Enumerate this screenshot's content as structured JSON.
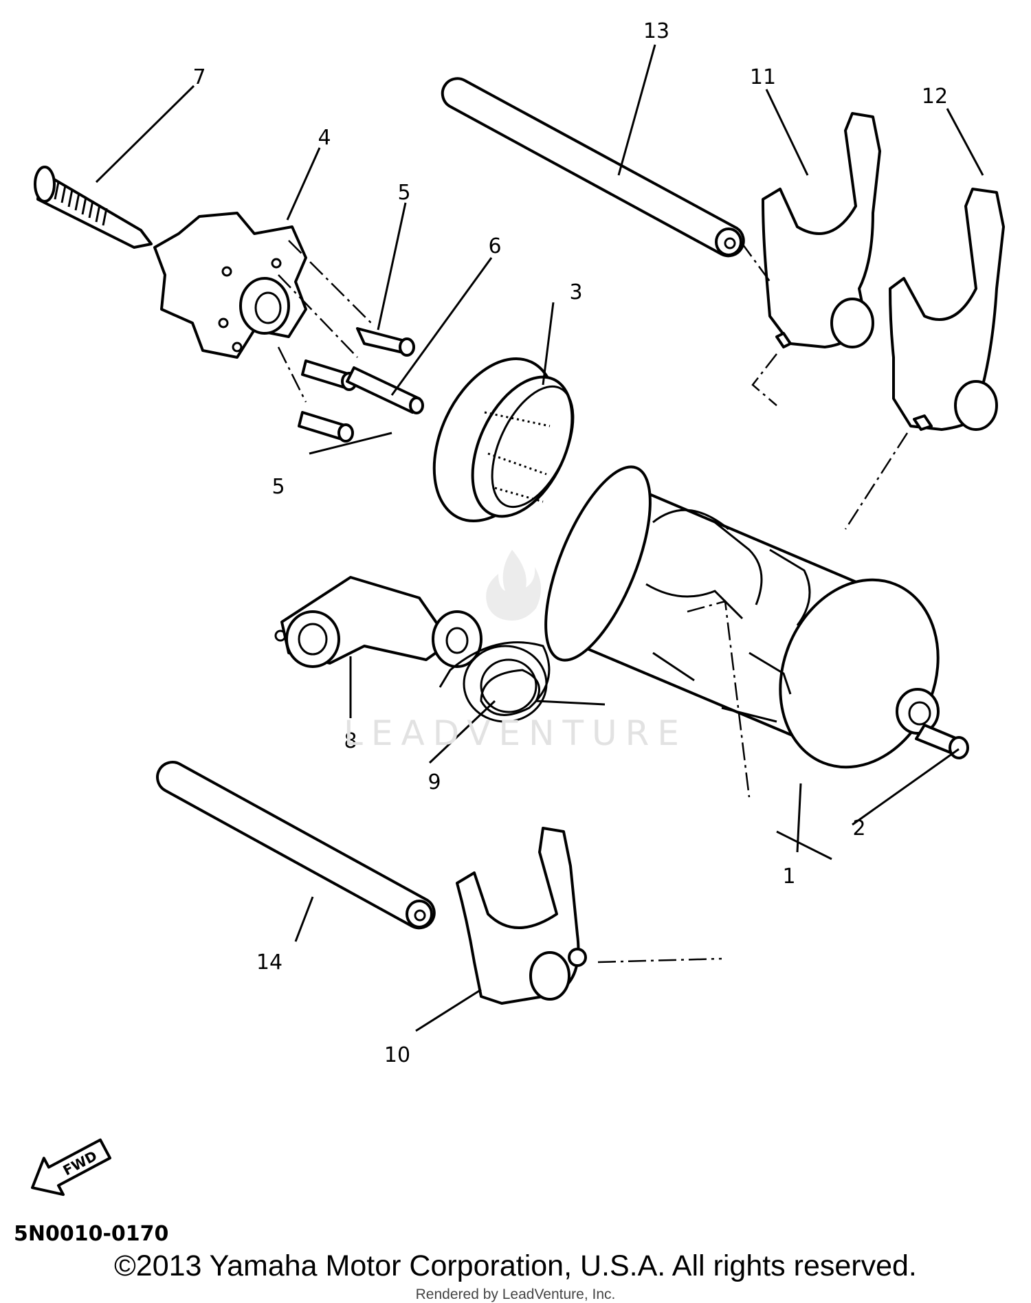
{
  "diagram": {
    "callouts": {
      "c1": "1",
      "c2": "2",
      "c3": "3",
      "c4": "4",
      "c5a": "5",
      "c5b": "5",
      "c6": "6",
      "c7": "7",
      "c8": "8",
      "c9": "9",
      "c10": "10",
      "c11": "11",
      "c12": "12",
      "c13": "13",
      "c14": "14"
    },
    "fwd_label": "FWD",
    "diagram_code": "5N0010-0170"
  },
  "watermark": "LEADVENTURE",
  "footer": {
    "copyright": "©2013 Yamaha Motor Corporation, U.S.A. All rights reserved.",
    "rendered_by": "Rendered by LeadVenture, Inc."
  }
}
